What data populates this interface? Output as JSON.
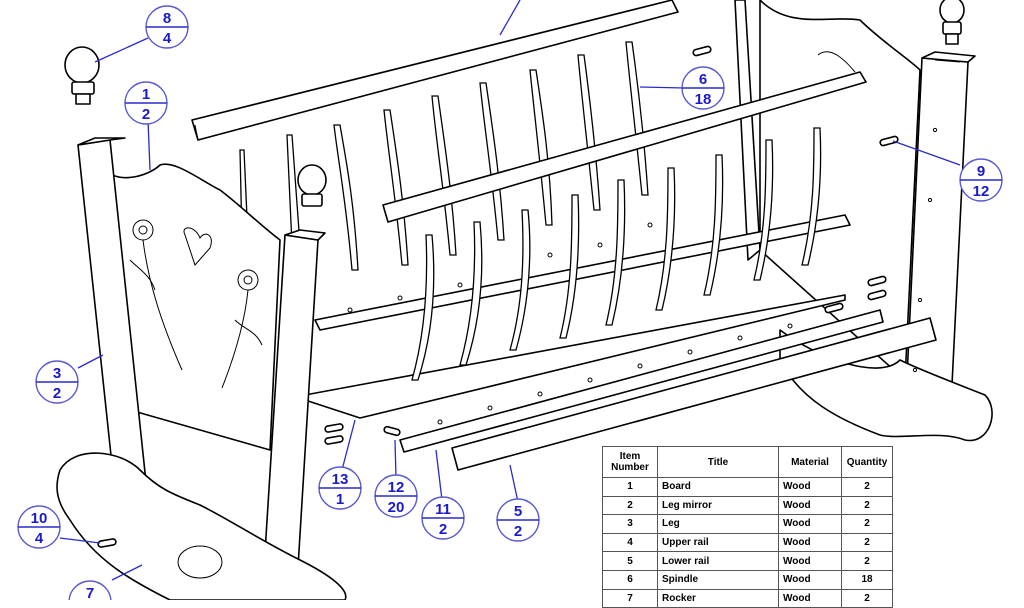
{
  "balloons": [
    {
      "id": "b8",
      "item": "8",
      "qty": "4"
    },
    {
      "id": "b1",
      "item": "1",
      "qty": "2"
    },
    {
      "id": "b6",
      "item": "6",
      "qty": "18"
    },
    {
      "id": "b9",
      "item": "9",
      "qty": "12"
    },
    {
      "id": "b3",
      "item": "3",
      "qty": "2"
    },
    {
      "id": "b13",
      "item": "13",
      "qty": "1"
    },
    {
      "id": "b12",
      "item": "12",
      "qty": "20"
    },
    {
      "id": "b11",
      "item": "11",
      "qty": "2"
    },
    {
      "id": "b5",
      "item": "5",
      "qty": "2"
    },
    {
      "id": "b10",
      "item": "10",
      "qty": "4"
    },
    {
      "id": "b7",
      "item": "7",
      "qty": ""
    }
  ],
  "bom": {
    "headers": {
      "item": "Item Number",
      "title": "Title",
      "material": "Material",
      "quantity": "Quantity"
    },
    "rows": [
      {
        "item": "1",
        "title": "Board",
        "material": "Wood",
        "quantity": "2"
      },
      {
        "item": "2",
        "title": "Leg mirror",
        "material": "Wood",
        "quantity": "2"
      },
      {
        "item": "3",
        "title": "Leg",
        "material": "Wood",
        "quantity": "2"
      },
      {
        "item": "4",
        "title": "Upper rail",
        "material": "Wood",
        "quantity": "2"
      },
      {
        "item": "5",
        "title": "Lower rail",
        "material": "Wood",
        "quantity": "2"
      },
      {
        "item": "6",
        "title": "Spindle",
        "material": "Wood",
        "quantity": "18"
      },
      {
        "item": "7",
        "title": "Rocker",
        "material": "Wood",
        "quantity": "2"
      }
    ]
  }
}
